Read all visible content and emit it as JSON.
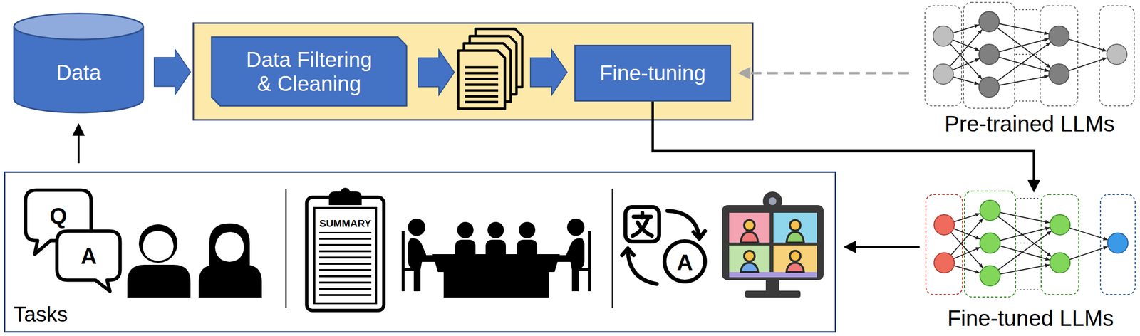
{
  "diagram": {
    "nodes": [
      {
        "text": [
          "Data"
        ]
      },
      {
        "text": [
          "Data Filtering & Cleaning"
        ]
      },
      {
        "text": [
          "Fine-tuning"
        ]
      },
      {
        "text": [
          "Pre-trained LLMs"
        ]
      },
      {
        "text": [
          "Fine-tuned LLMs"
        ]
      },
      {
        "text": [
          "Tasks"
        ]
      }
    ],
    "edges": [
      {
        "from": 0,
        "to": 1,
        "arrow": "to"
      },
      {
        "from": 1,
        "to": 2,
        "arrow": "to"
      },
      {
        "from": 3,
        "to": 2,
        "arrow": "to"
      },
      {
        "from": 2,
        "to": 4,
        "arrow": "to"
      },
      {
        "from": 4,
        "to": 5,
        "arrow": "to"
      },
      {
        "from": 5,
        "to": 0,
        "arrow": "to"
      }
    ],
    "labels": [
      "Q",
      "A",
      "SUMMARY",
      "A"
    ]
  }
}
